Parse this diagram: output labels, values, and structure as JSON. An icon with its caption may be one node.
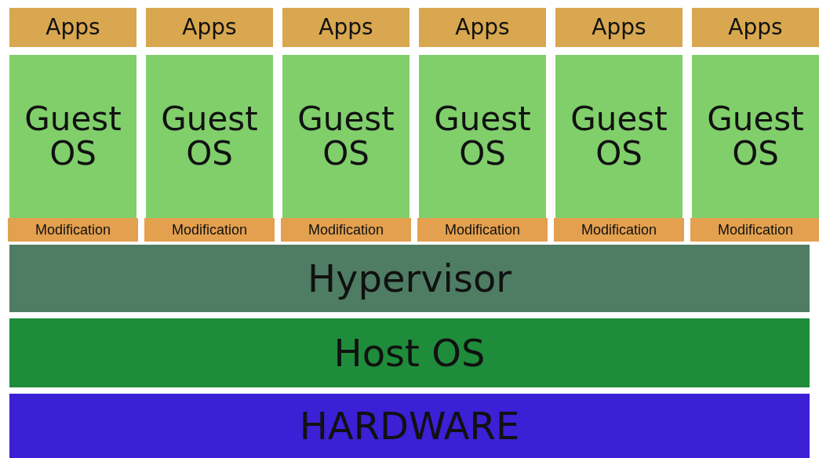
{
  "diagram": {
    "nodes": [
      {
        "text": [
          "Apps"
        ]
      },
      {
        "text": [
          "Guest OS"
        ]
      },
      {
        "text": [
          "Modification"
        ]
      },
      {
        "text": [
          "Apps"
        ]
      },
      {
        "text": [
          "Guest OS"
        ]
      },
      {
        "text": [
          "Modification"
        ]
      },
      {
        "text": [
          "Apps"
        ]
      },
      {
        "text": [
          "Guest OS"
        ]
      },
      {
        "text": [
          "Modification"
        ]
      },
      {
        "text": [
          "Apps"
        ]
      },
      {
        "text": [
          "Guest OS"
        ]
      },
      {
        "text": [
          "Modification"
        ]
      },
      {
        "text": [
          "Apps"
        ]
      },
      {
        "text": [
          "Guest OS"
        ]
      },
      {
        "text": [
          "Modification"
        ]
      },
      {
        "text": [
          "Apps"
        ]
      },
      {
        "text": [
          "Guest OS"
        ]
      },
      {
        "text": [
          "Modification"
        ]
      },
      {
        "text": [
          "Hypervisor"
        ]
      },
      {
        "text": [
          "Host OS"
        ]
      },
      {
        "text": [
          "HARDWARE"
        ]
      }
    ]
  }
}
